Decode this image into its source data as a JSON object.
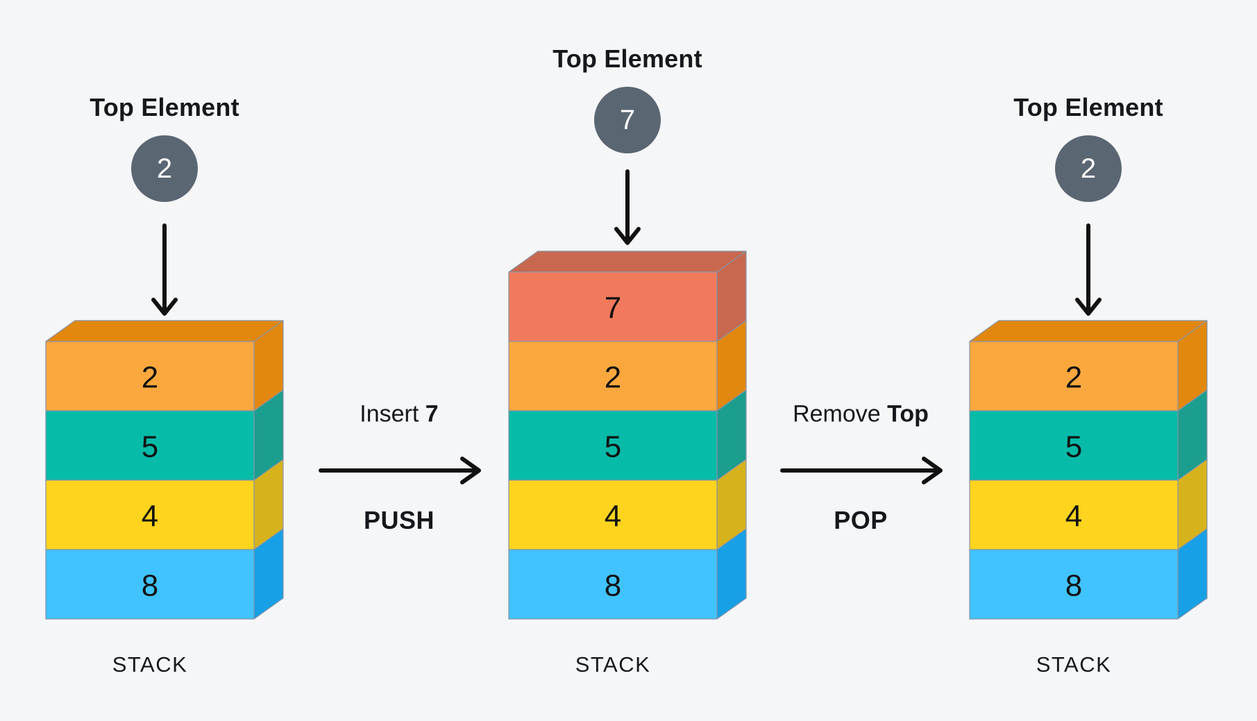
{
  "canvas": {
    "background": "#F5F6F8"
  },
  "palette": {
    "orange": {
      "front": "#FAA73E",
      "shade": "#E2880F"
    },
    "teal": {
      "front": "#06BBA8",
      "shade": "#1C9E8E"
    },
    "yellow": {
      "front": "#FFD41E",
      "shade": "#D6B31C"
    },
    "blue": {
      "front": "#40C3FE",
      "shade": "#17A0E6"
    },
    "coral": {
      "front": "#F27A5C",
      "shade": "#C8694F"
    },
    "badge": "#5B6673",
    "badge_text": "#FFFFFF",
    "arrow": "#111111",
    "text": "#16181d",
    "edge": "#8693A8"
  },
  "stages": [
    {
      "id": "initial",
      "top_label": "Top Element",
      "top_value": "2",
      "caption": "STACK",
      "elements": [
        {
          "value": "2",
          "color": "orange"
        },
        {
          "value": "5",
          "color": "teal"
        },
        {
          "value": "4",
          "color": "yellow"
        },
        {
          "value": "8",
          "color": "blue"
        }
      ]
    },
    {
      "id": "after-push",
      "top_label": "Top Element",
      "top_value": "7",
      "caption": "STACK",
      "elements": [
        {
          "value": "7",
          "color": "coral"
        },
        {
          "value": "2",
          "color": "orange"
        },
        {
          "value": "5",
          "color": "teal"
        },
        {
          "value": "4",
          "color": "yellow"
        },
        {
          "value": "8",
          "color": "blue"
        }
      ]
    },
    {
      "id": "after-pop",
      "top_label": "Top Element",
      "top_value": "2",
      "caption": "STACK",
      "elements": [
        {
          "value": "2",
          "color": "orange"
        },
        {
          "value": "5",
          "color": "teal"
        },
        {
          "value": "4",
          "color": "yellow"
        },
        {
          "value": "8",
          "color": "blue"
        }
      ]
    }
  ],
  "transitions": [
    {
      "id": "push",
      "action_prefix": "Insert ",
      "action_emphasis": "7",
      "operation": "PUSH"
    },
    {
      "id": "pop",
      "action_prefix": "Remove ",
      "action_emphasis": "Top",
      "operation": "POP"
    }
  ]
}
